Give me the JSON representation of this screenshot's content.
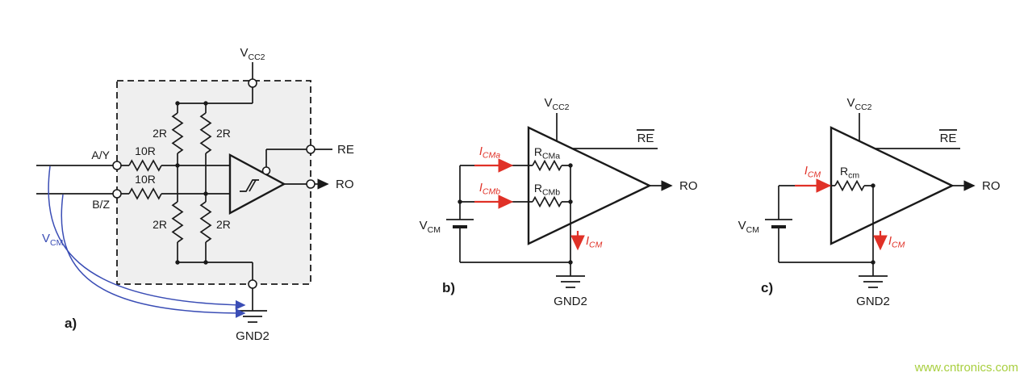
{
  "colors": {
    "accent_blue": "#3a4db5",
    "accent_red": "#e03127",
    "box_fill": "#efefef",
    "watermark": "#a8cf3f"
  },
  "watermark": "www.cntronics.com",
  "circuit_a": {
    "label": "a)",
    "vcc": {
      "main": "V",
      "sub": "CC2"
    },
    "input_top": "A/Y",
    "input_bottom": "B/Z",
    "r_series": "10R",
    "r_ladder": "2R",
    "re": "RE",
    "ro": "RO",
    "vcm": {
      "main": "V",
      "sub": "CM"
    },
    "gnd": "GND2"
  },
  "circuit_b": {
    "label": "b)",
    "vcc": {
      "main": "V",
      "sub": "CC2"
    },
    "re": "RE",
    "ro": "RO",
    "rcma": {
      "main": "R",
      "sub": "CMa"
    },
    "rcmb": {
      "main": "R",
      "sub": "CMb"
    },
    "icma": {
      "main": "I",
      "sub": "CMa"
    },
    "icmb": {
      "main": "I",
      "sub": "CMb"
    },
    "icm": {
      "main": "I",
      "sub": "CM"
    },
    "vcm": {
      "main": "V",
      "sub": "CM"
    },
    "gnd": "GND2"
  },
  "circuit_c": {
    "label": "c)",
    "vcc": {
      "main": "V",
      "sub": "CC2"
    },
    "re": "RE",
    "ro": "RO",
    "rcm": {
      "main": "R",
      "sub": "cm"
    },
    "icm_in": {
      "main": "I",
      "sub": "CM"
    },
    "icm_out": {
      "main": "I",
      "sub": "CM"
    },
    "vcm": {
      "main": "V",
      "sub": "CM"
    },
    "gnd": "GND2"
  }
}
